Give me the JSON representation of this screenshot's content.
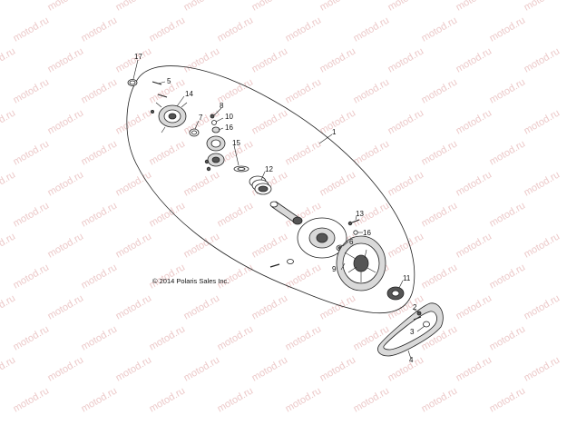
{
  "watermark": {
    "text": "motod.ru"
  },
  "copyright": "© 2014 Polaris Sales Inc.",
  "callouts": [
    {
      "id": "17",
      "label": "17"
    },
    {
      "id": "5",
      "label": "5"
    },
    {
      "id": "14",
      "label": "14"
    },
    {
      "id": "8",
      "label": "8"
    },
    {
      "id": "10",
      "label": "10"
    },
    {
      "id": "7",
      "label": "7"
    },
    {
      "id": "16a",
      "label": "16"
    },
    {
      "id": "15",
      "label": "15"
    },
    {
      "id": "12",
      "label": "12"
    },
    {
      "id": "1",
      "label": "1"
    },
    {
      "id": "13",
      "label": "13"
    },
    {
      "id": "16b",
      "label": "16"
    },
    {
      "id": "6",
      "label": "6"
    },
    {
      "id": "9",
      "label": "9"
    },
    {
      "id": "11",
      "label": "11"
    },
    {
      "id": "2",
      "label": "2"
    },
    {
      "id": "3",
      "label": "3"
    },
    {
      "id": "4",
      "label": "4"
    }
  ]
}
